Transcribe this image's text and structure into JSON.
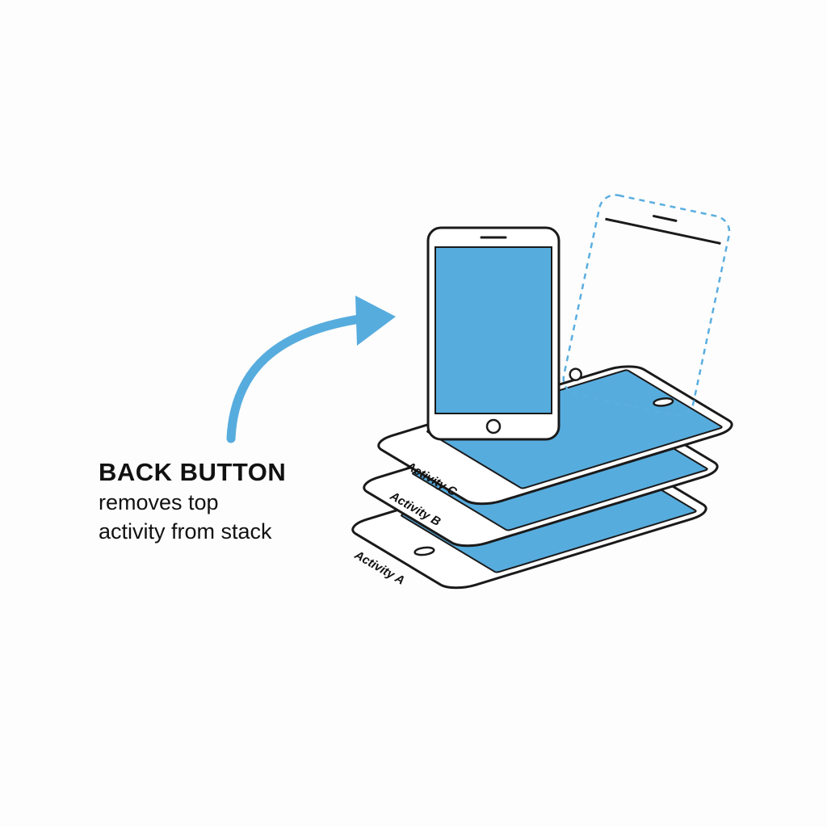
{
  "caption": {
    "title": "BACK BUTTON",
    "line1": "removes top",
    "line2": "activity from stack"
  },
  "stack": {
    "labels": [
      "Activity C",
      "Activity B",
      "Activity A"
    ]
  },
  "colors": {
    "screen": "#57ACDE",
    "arrow": "#57ACDE",
    "outline": "#1a1a1a",
    "dashed": "#5AAEE0",
    "background": "#fdfdfd"
  },
  "icons": {
    "arrow": "curved-arrow-icon",
    "phone": "smartphone-icon"
  }
}
